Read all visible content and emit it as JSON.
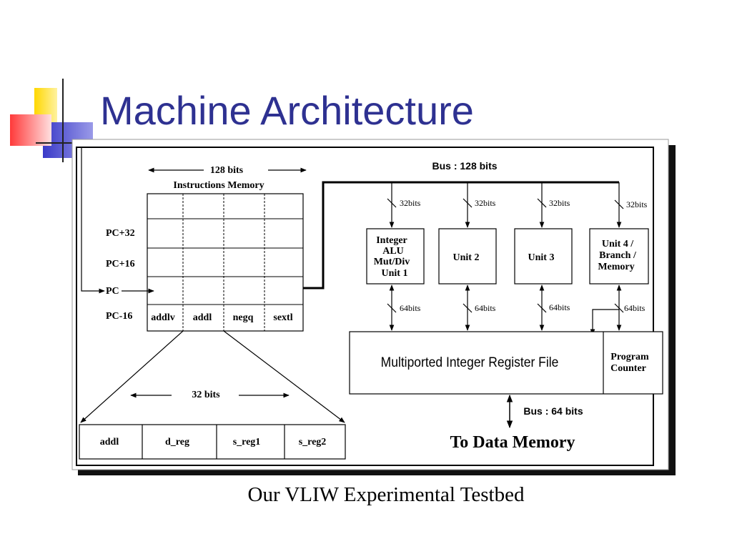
{
  "slide": {
    "title": "Machine Architecture",
    "caption": "Our VLIW Experimental Testbed"
  },
  "diagram": {
    "instr_width_label": "128 bits",
    "instr_memory_label": "Instructions Memory",
    "pc_labels": [
      "PC+32",
      "PC+16",
      "PC",
      "PC-16"
    ],
    "instr_ops": [
      "addlv",
      "addl",
      "negq",
      "sextl"
    ],
    "bus_top_label": "Bus : 128 bits",
    "bus_bottom_label": "Bus : 64 bits",
    "width_32": "32bits",
    "width_64": "64bits",
    "unit1_lines": [
      "Integer",
      "ALU",
      "Mut/Div",
      "Unit 1"
    ],
    "unit2": "Unit 2",
    "unit3": "Unit 3",
    "unit4_lines": [
      "Unit 4 /",
      "Branch /",
      "Memory"
    ],
    "register_file": "Multiported Integer Register File",
    "program_counter_lines": [
      "Program",
      "Counter"
    ],
    "word_width_label": "32 bits",
    "format_fields": [
      "addl",
      "d_reg",
      "s_reg1",
      "s_reg2"
    ],
    "to_data_memory": "To Data Memory"
  },
  "colors": {
    "title": "#2e3191",
    "logo_yellow": "#ffd700",
    "logo_blue": "#3a3ac8",
    "logo_red": "#ff4040"
  }
}
